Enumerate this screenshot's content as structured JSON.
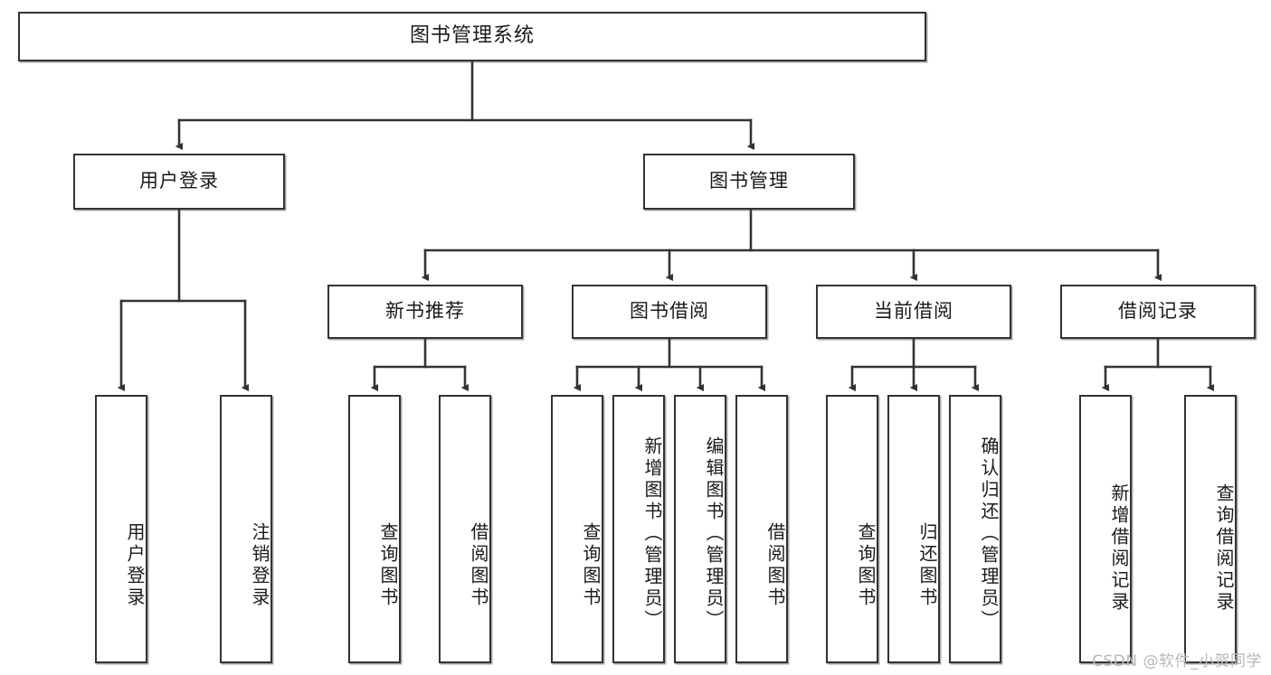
{
  "diagram": {
    "title": "图书管理系统",
    "type": "tree-hierarchy",
    "orientation": "top-down",
    "colors": {
      "box_border": "#333333",
      "box_fill": "#ffffff",
      "connector": "#333333",
      "text": "#1a1a1a",
      "watermark": "#b8b8b8",
      "background": "#ffffff"
    },
    "watermark": "CSDN @软件_小贺同学",
    "levels": [
      {
        "level": 1,
        "nodes": [
          {
            "id": "root",
            "label": "图书管理系统",
            "orientation": "horizontal"
          }
        ]
      },
      {
        "level": 2,
        "nodes": [
          {
            "id": "login",
            "label": "用户登录",
            "orientation": "horizontal",
            "parent": "root"
          },
          {
            "id": "bookmgmt",
            "label": "图书管理",
            "orientation": "horizontal",
            "parent": "root"
          }
        ]
      },
      {
        "level": 3,
        "nodes": [
          {
            "id": "newbook",
            "label": "新书推荐",
            "orientation": "horizontal",
            "parent": "bookmgmt"
          },
          {
            "id": "borrow",
            "label": "图书借阅",
            "orientation": "horizontal",
            "parent": "bookmgmt"
          },
          {
            "id": "current",
            "label": "当前借阅",
            "orientation": "horizontal",
            "parent": "bookmgmt"
          },
          {
            "id": "records",
            "label": "借阅记录",
            "orientation": "horizontal",
            "parent": "bookmgmt"
          }
        ]
      },
      {
        "level": 4,
        "nodes": [
          {
            "id": "leaf-user-login",
            "label": "用户登录",
            "orientation": "vertical",
            "parent": "login"
          },
          {
            "id": "leaf-logout",
            "label": "注销登录",
            "orientation": "vertical",
            "parent": "login"
          },
          {
            "id": "leaf-query-book-1",
            "label": "查询图书",
            "orientation": "vertical",
            "parent": "newbook"
          },
          {
            "id": "leaf-borrow-book-1",
            "label": "借阅图书",
            "orientation": "vertical",
            "parent": "newbook"
          },
          {
            "id": "leaf-query-book-2",
            "label": "查询图书",
            "orientation": "vertical",
            "parent": "borrow"
          },
          {
            "id": "leaf-add-book",
            "label": "新增图书（管理员）",
            "orientation": "vertical",
            "parent": "borrow"
          },
          {
            "id": "leaf-edit-book",
            "label": "编辑图书（管理员）",
            "orientation": "vertical",
            "parent": "borrow"
          },
          {
            "id": "leaf-borrow-book-2",
            "label": "借阅图书",
            "orientation": "vertical",
            "parent": "borrow"
          },
          {
            "id": "leaf-query-book-3",
            "label": "查询图书",
            "orientation": "vertical",
            "parent": "current"
          },
          {
            "id": "leaf-return-book",
            "label": "归还图书",
            "orientation": "vertical",
            "parent": "current"
          },
          {
            "id": "leaf-confirm-return",
            "label": "确认归还（管理员）",
            "orientation": "vertical",
            "parent": "current"
          },
          {
            "id": "leaf-add-record",
            "label": "新增借阅记录",
            "orientation": "vertical",
            "parent": "records"
          },
          {
            "id": "leaf-query-record",
            "label": "查询借阅记录",
            "orientation": "vertical",
            "parent": "records"
          }
        ]
      }
    ]
  }
}
